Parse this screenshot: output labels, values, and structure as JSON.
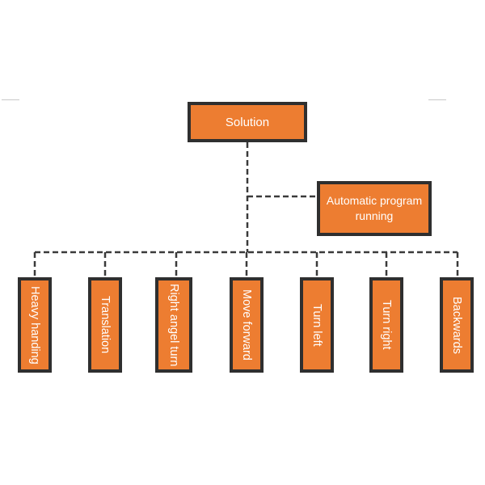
{
  "diagram": {
    "root": {
      "label": "Solution"
    },
    "side_node": {
      "label": "Automatic program running"
    },
    "leaves": [
      {
        "label": "Heavy handing"
      },
      {
        "label": "Translation"
      },
      {
        "label": "Right angel turn"
      },
      {
        "label": "Move forward"
      },
      {
        "label": "Turn left"
      },
      {
        "label": "Turn right"
      },
      {
        "label": "Backwards"
      }
    ],
    "colors": {
      "box_fill": "#ed7d31",
      "box_border": "#2f2f2f",
      "text": "#ffffff",
      "connector": "#3a3a3a"
    }
  }
}
